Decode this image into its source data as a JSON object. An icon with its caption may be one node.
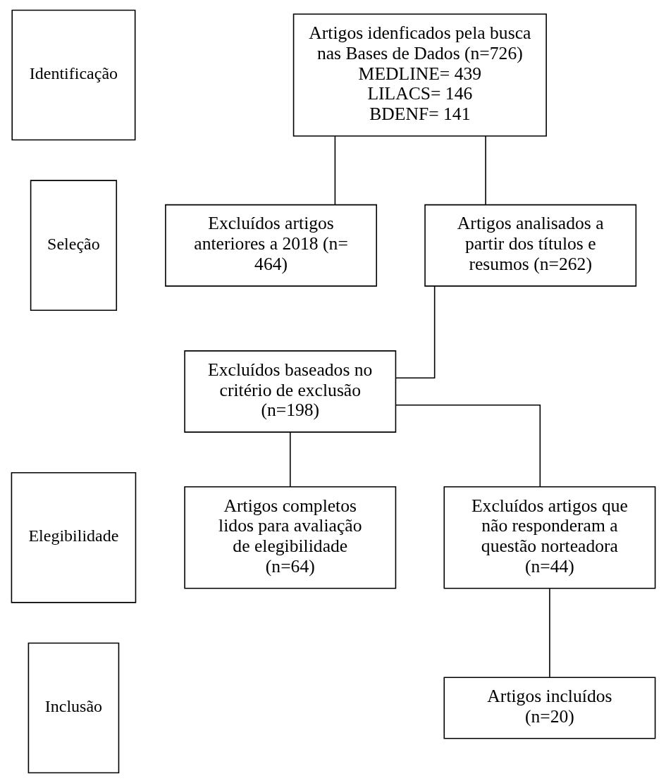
{
  "diagram": {
    "nodes": [
      {
        "text": [
          "Identificação"
        ]
      },
      {
        "text": [
          "Seleção"
        ]
      },
      {
        "text": [
          "Elegibilidade"
        ]
      },
      {
        "text": [
          "Inclusão"
        ]
      },
      {
        "text": [
          "Artigos idenficados pela busca nas Bases de Dados (n=726)",
          "MEDLINE= 439",
          "LILACS= 146",
          "BDENF= 141"
        ]
      },
      {
        "text": [
          "Excluídos artigos anteriores a 2018 (n= 464)"
        ]
      },
      {
        "text": [
          "Artigos analisados a partir dos títulos e resumos (n=262)"
        ]
      },
      {
        "text": [
          "Excluídos baseados no critério de exclusão (n=198)"
        ]
      },
      {
        "text": [
          "Artigos completos lidos para avaliação de elegibilidade (n=64)"
        ]
      },
      {
        "text": [
          "Excluídos artigos que não responderam a questão norteadora (n=44)"
        ]
      },
      {
        "text": [
          "Artigos incluídos (n=20)"
        ]
      }
    ],
    "edges": [
      {
        "from": 4,
        "to": 5,
        "arrow": "none"
      },
      {
        "from": 4,
        "to": 6,
        "arrow": "none"
      },
      {
        "from": 6,
        "to": 7,
        "arrow": "none"
      },
      {
        "from": 7,
        "to": 8,
        "arrow": "none"
      },
      {
        "from": 7,
        "to": 9,
        "arrow": "none"
      },
      {
        "from": 9,
        "to": 10,
        "arrow": "none"
      }
    ]
  }
}
